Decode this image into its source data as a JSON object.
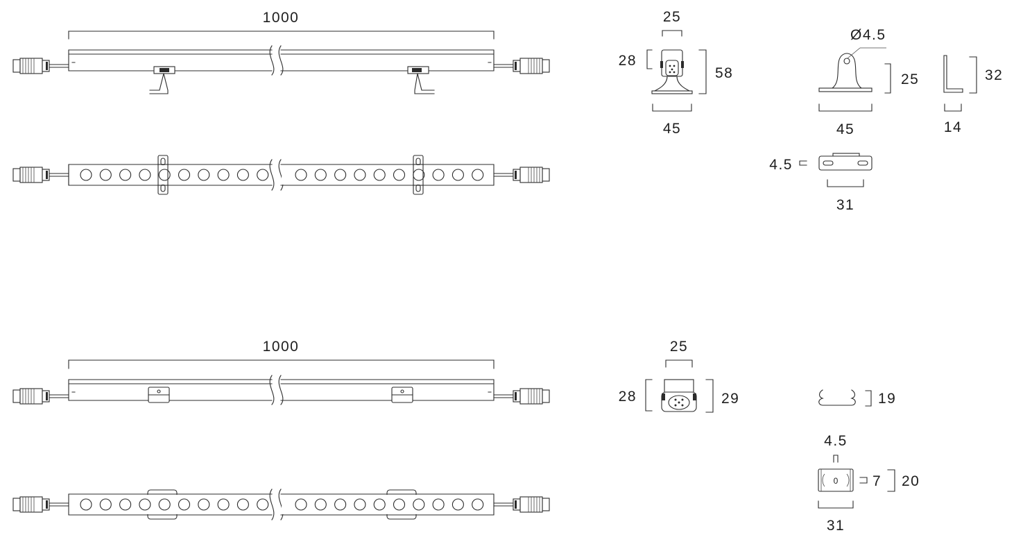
{
  "upper_set": {
    "length_label": "1000",
    "end_detail": {
      "width": "25",
      "head_height": "28",
      "total_height": "58",
      "base_width": "45"
    },
    "bracket": {
      "hole_diameter": "Ø4.5",
      "height": "25",
      "base_width": "45",
      "side_height": "32",
      "side_depth": "14",
      "slot_width": "4.5",
      "slot_spacing": "31"
    }
  },
  "lower_set": {
    "length_label": "1000",
    "end_detail": {
      "width": "25",
      "head_height": "28",
      "total_height": "29"
    },
    "clip": {
      "height": "19",
      "slot_width": "4.5",
      "inner_height": "7",
      "total_height": "20",
      "hole_label": "0",
      "width": "31"
    }
  },
  "lamp": {
    "led_count_per_segment": 10
  }
}
